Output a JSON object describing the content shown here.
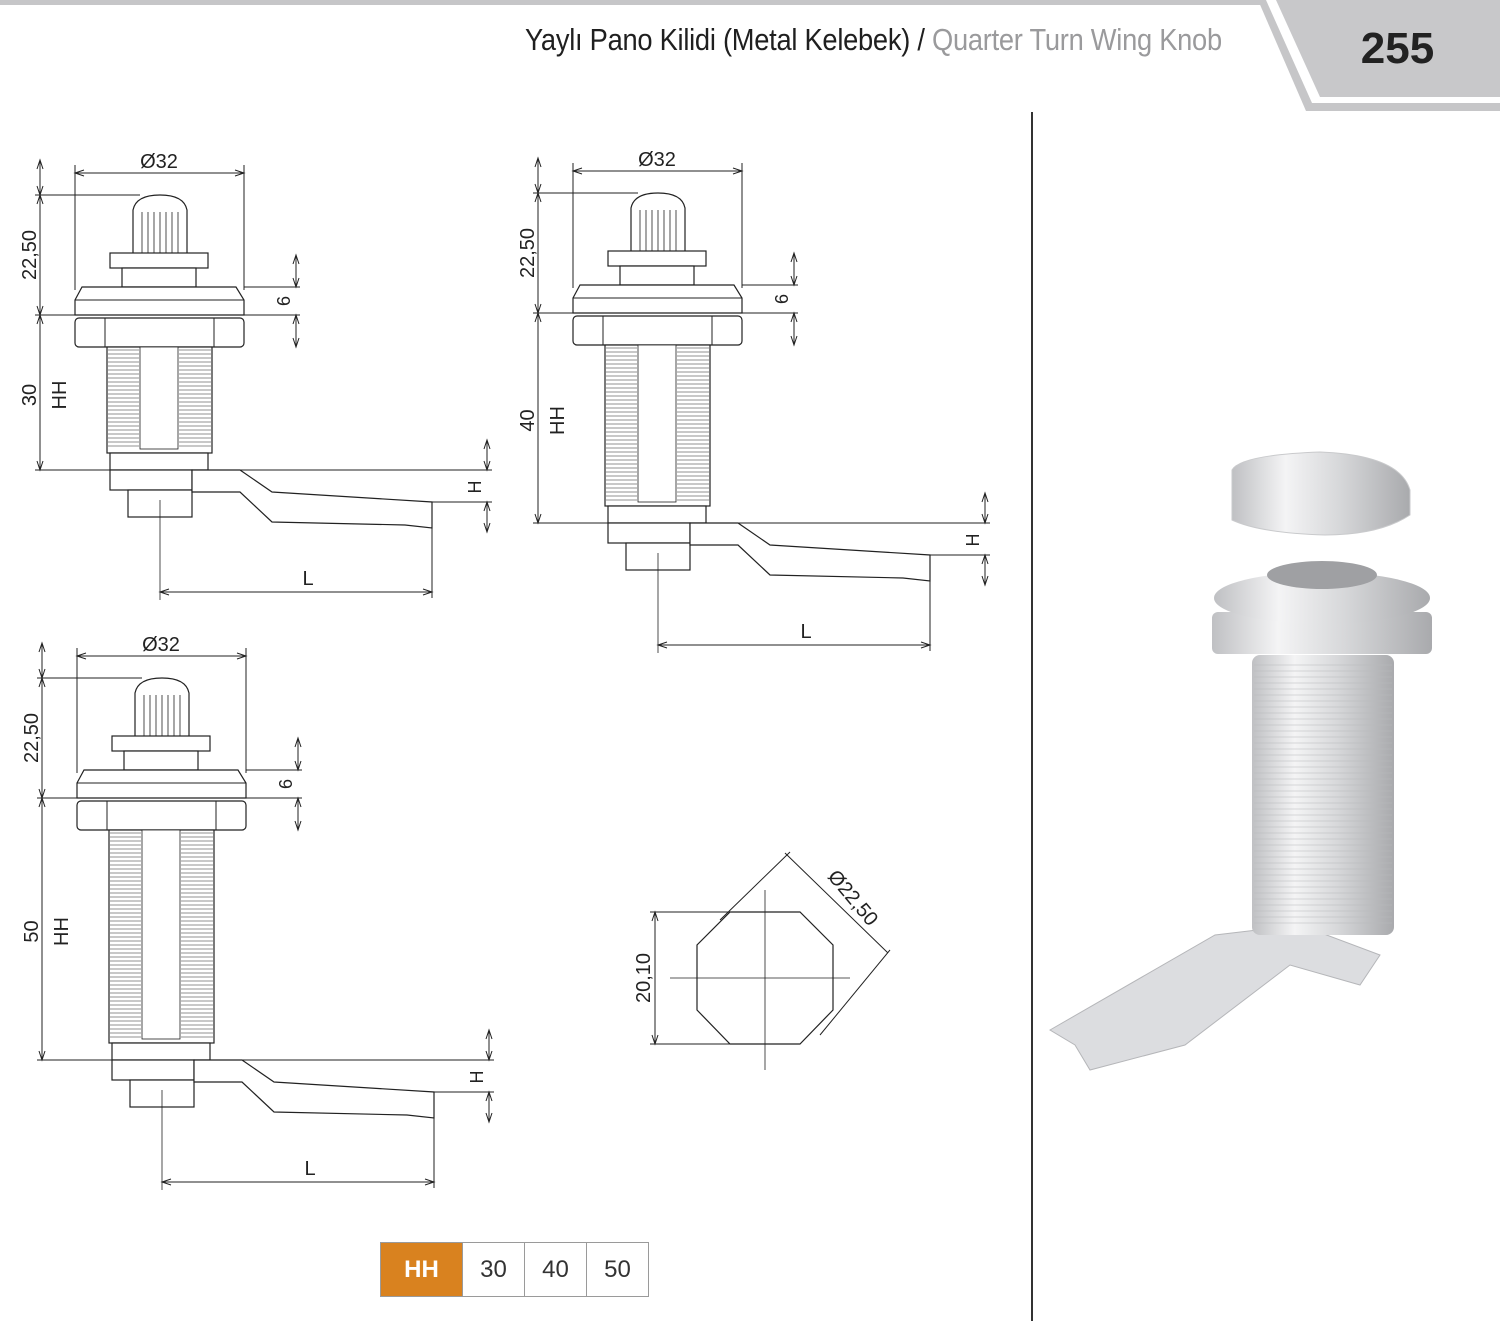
{
  "header": {
    "title_tr": "Yaylı Pano Kilidi (Metal Kelebek)",
    "separator": " / ",
    "title_en": "Quarter Turn Wing Knob",
    "page_number": "255"
  },
  "drawings": [
    {
      "diameter": "Ø32",
      "top_height": "22,50",
      "flange": "6",
      "hh_value": "30",
      "hh_label": "HH",
      "h_label": "H",
      "l_label": "L"
    },
    {
      "diameter": "Ø32",
      "top_height": "22,50",
      "flange": "6",
      "hh_value": "40",
      "hh_label": "HH",
      "h_label": "H",
      "l_label": "L"
    },
    {
      "diameter": "Ø32",
      "top_height": "22,50",
      "flange": "6",
      "hh_value": "50",
      "hh_label": "HH",
      "h_label": "H",
      "l_label": "L"
    }
  ],
  "cutout": {
    "diameter": "Ø22,50",
    "width": "20,10"
  },
  "hh_table": {
    "header": "HH",
    "values": [
      "30",
      "40",
      "50"
    ]
  },
  "colors": {
    "accent": "#d9821f",
    "tab_gray": "#c8c8ca"
  }
}
